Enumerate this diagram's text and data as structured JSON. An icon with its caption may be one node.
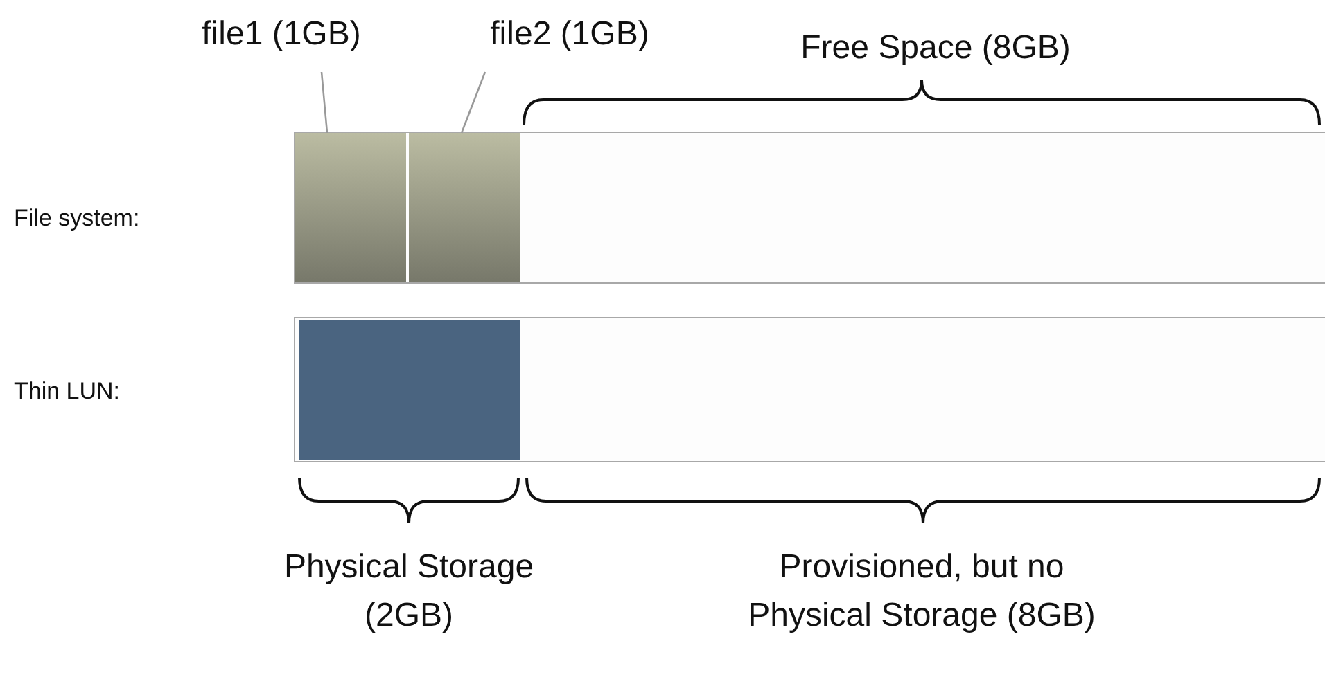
{
  "diagram": {
    "nodes": [
      {
        "text": [
          "file1 (1GB)"
        ]
      },
      {
        "text": [
          "file2 (1GB)"
        ]
      },
      {
        "text": [],
        "shape": "bar"
      },
      {
        "text": [],
        "shape": "bar"
      },
      {
        "text": [],
        "shape": "bar"
      }
    ],
    "edges": [
      {
        "from": 0,
        "to": 2,
        "arrow": "none"
      },
      {
        "from": 1,
        "to": 3,
        "arrow": "none"
      }
    ],
    "labels": [
      "Free Space (8GB)",
      "File system:",
      "Thin LUN:",
      "Physical Storage (2GB)",
      "Provisioned, but no Physical Storage (8GB)"
    ]
  }
}
